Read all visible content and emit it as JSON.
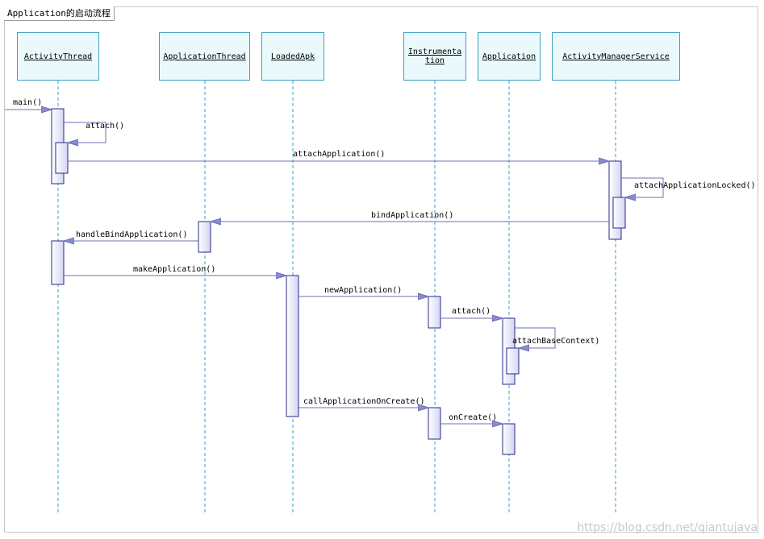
{
  "diagram": {
    "title": "Application的启动流程",
    "watermark": "https://blog.csdn.net/qiantujava",
    "colors": {
      "lifeline_fill": "#eafafc",
      "lifeline_border": "#3f9fbf",
      "activation_border": "#2a2a8a",
      "arrow": "#6f6fb5",
      "dash": "#3f9fbf"
    },
    "lifelines": [
      {
        "id": "at",
        "label": "ActivityThread"
      },
      {
        "id": "apt",
        "label": "ApplicationThread"
      },
      {
        "id": "la",
        "label": "LoadedApk"
      },
      {
        "id": "ins",
        "label": "Instrumentation"
      },
      {
        "id": "app",
        "label": "Application"
      },
      {
        "id": "ams",
        "label": "ActivityManagerService"
      }
    ],
    "messages": [
      {
        "label": "main()"
      },
      {
        "label": "attach()"
      },
      {
        "label": "attachApplication()"
      },
      {
        "label": "attachApplicationLocked()"
      },
      {
        "label": "bindApplication()"
      },
      {
        "label": "handleBindApplication()"
      },
      {
        "label": "makeApplication()"
      },
      {
        "label": "newApplication()"
      },
      {
        "label": "attach()"
      },
      {
        "label": "attachBaseContext)"
      },
      {
        "label": "callApplicationOnCreate()"
      },
      {
        "label": "onCreate()"
      }
    ]
  }
}
